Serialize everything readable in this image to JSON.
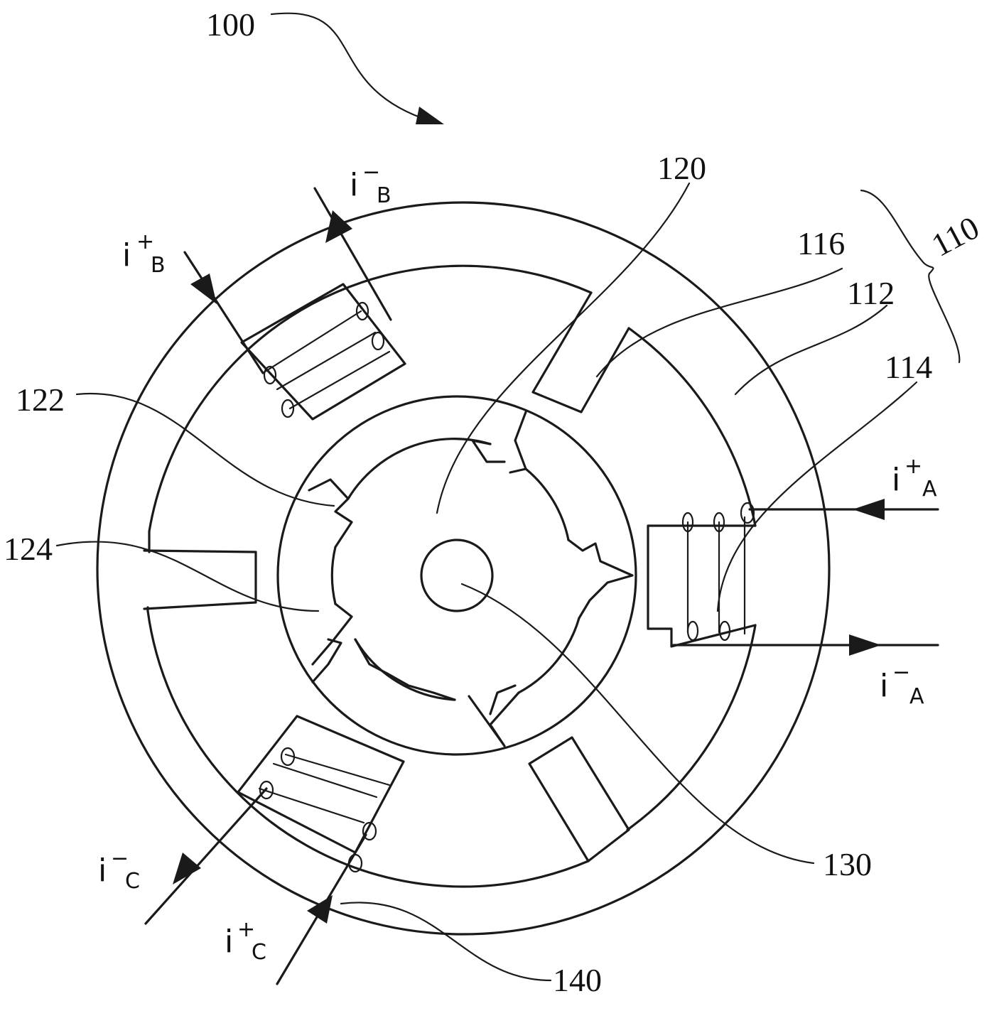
{
  "reference_numerals": {
    "motor": "100",
    "stator_assembly": "110",
    "stator_yoke": "112",
    "stator_tooth": "114",
    "stator_slot": "116",
    "rotor": "120",
    "rotor_part_122": "122",
    "rotor_part_124": "124",
    "shaft": "130",
    "winding": "140"
  },
  "currents": {
    "phase_a_in": {
      "symbol": "i",
      "sign": "+",
      "phase": "A"
    },
    "phase_a_out": {
      "symbol": "i",
      "sign": "−",
      "phase": "A"
    },
    "phase_b_in": {
      "symbol": "i",
      "sign": "+",
      "phase": "B"
    },
    "phase_b_out": {
      "symbol": "i",
      "sign": "−",
      "phase": "B"
    },
    "phase_c_in": {
      "symbol": "i",
      "sign": "+",
      "phase": "C"
    },
    "phase_c_out": {
      "symbol": "i",
      "sign": "−",
      "phase": "C"
    }
  }
}
